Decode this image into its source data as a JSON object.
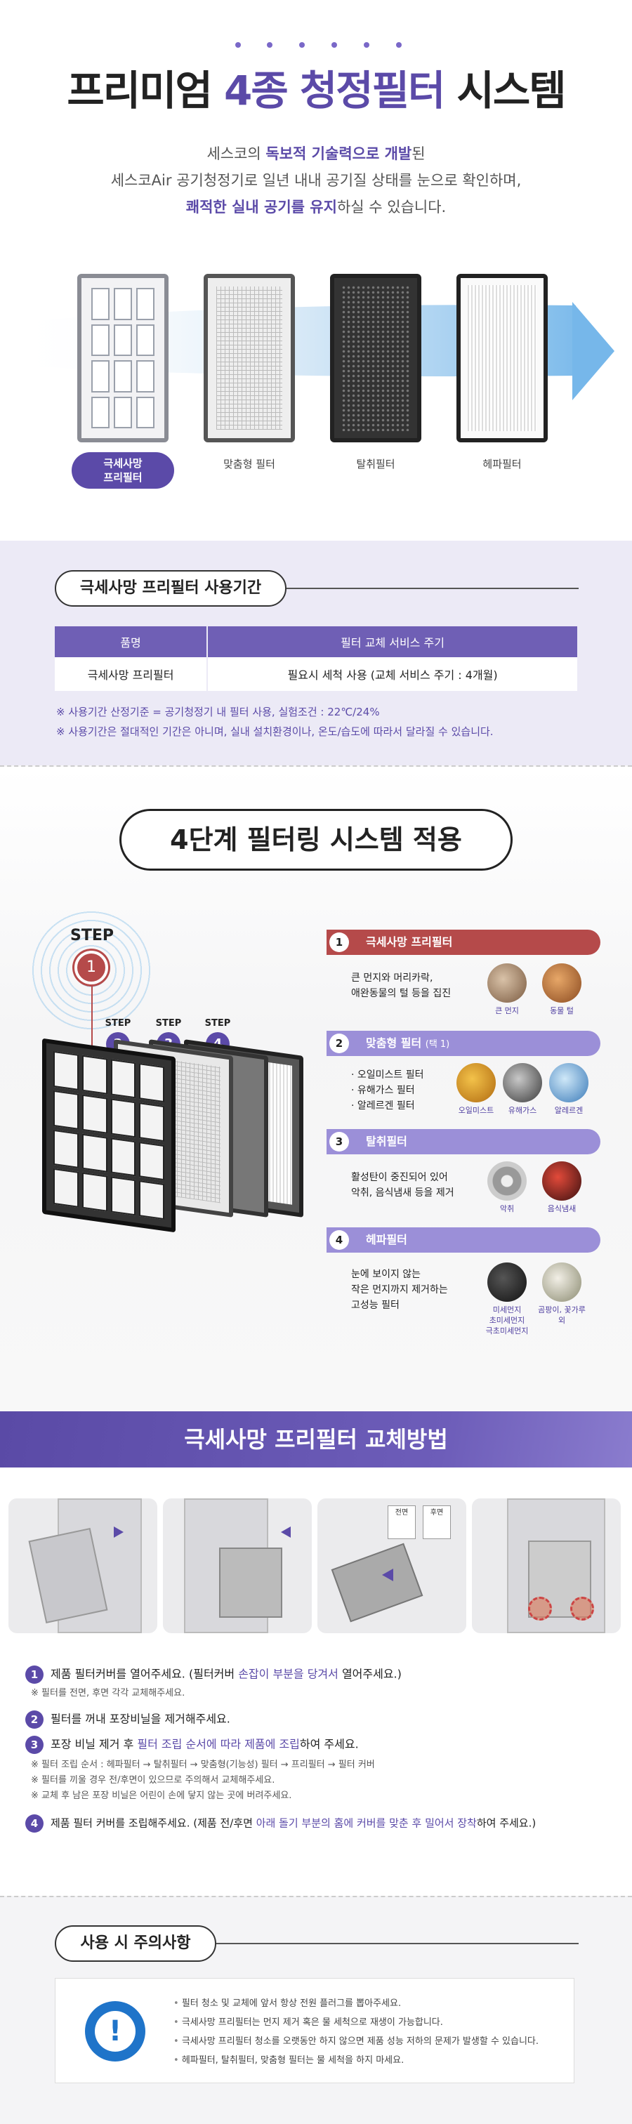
{
  "hero": {
    "title_a": "프리미엄 ",
    "title_hl": "4종 청정필터",
    "title_b": " 시스템",
    "desc_l1_a": "세스코의 ",
    "desc_l1_hl": "독보적 기술력으로 개발",
    "desc_l1_b": "된",
    "desc_l2": "세스코Air 공기청정기로 일년 내내 공기질 상태를 눈으로 확인하며,",
    "desc_l3_hl": "쾌적한 실내 공기를 유지",
    "desc_l3_b": "하실 수 있습니다.",
    "filters": [
      {
        "label": "극세사망\n프리필터",
        "active": true
      },
      {
        "label": "맞춤형 필터",
        "active": false
      },
      {
        "label": "탈취필터",
        "active": false
      },
      {
        "label": "헤파필터",
        "active": false
      }
    ]
  },
  "usage": {
    "title": "극세사망 프리필터 사용기간",
    "col1": "품명",
    "col2": "필터 교체 서비스 주기",
    "row_name": "극세사망 프리필터",
    "row_cycle": "필요시 세척 사용 (교체 서비스 주기 : 4개월)",
    "note1": "※ 사용기간 산정기준 = 공기청정기 내 필터 사용, 실험조건 : 22℃/24%",
    "note2": "※ 사용기간은 절대적인 기간은 아니며, 실내 설치환경이나, 온도/습도에 따라서 달라질 수 있습니다."
  },
  "steps": {
    "title": "4단계 필터링 시스템 적용",
    "step_word": "STEP",
    "numbers": [
      "1",
      "2",
      "3",
      "4"
    ],
    "items": [
      {
        "num": "1",
        "name": "극세사망 프리필터",
        "tag": "",
        "desc": [
          "큰 먼지와 머리카락,",
          "애완동물의 털 등을 집진"
        ],
        "icons": [
          "큰 먼지",
          "동물 털"
        ]
      },
      {
        "num": "2",
        "name": "맞춤형 필터",
        "tag": "(택 1)",
        "desc": [
          "· 오일미스트 필터",
          "· 유해가스 필터",
          "· 알레르겐 필터"
        ],
        "icons": [
          "오일미스트",
          "유해가스",
          "알레르겐"
        ]
      },
      {
        "num": "3",
        "name": "탈취필터",
        "tag": "",
        "desc": [
          "활성탄이 중진되어 있어",
          "악취, 음식냄새 등을 제거"
        ],
        "icons": [
          "악취",
          "음식냄새"
        ]
      },
      {
        "num": "4",
        "name": "헤파필터",
        "tag": "",
        "desc": [
          "눈에 보이지 않는",
          "작은 먼지까지 제거하는",
          "고성능 필터"
        ],
        "icons": [
          "미세먼지\n초미세먼지\n극초미세먼지",
          "곰팡이, 꽃가루 외"
        ]
      }
    ]
  },
  "replace": {
    "title": "극세사망 프리필터 교체방법",
    "illus_labels": [
      "전면",
      "후면"
    ],
    "step1_a": "제품 필터커버를 열어주세요. (필터커버 ",
    "step1_hl": "손잡이 부분을 당겨서",
    "step1_b": " 열어주세요.)",
    "step1_note": "※ 필터를 전면, 후면 각각 교체해주세요.",
    "step2": "필터를 꺼내 포장비닐을 제거해주세요.",
    "step3_a": "포장 비닐 제거 후 ",
    "step3_hl": "필터 조립 순서에 따라 제품에 조립",
    "step3_b": "하여 주세요.",
    "step3_notes": [
      "※ 필터 조립 순서 : 헤파필터 → 탈취필터 → 맞춤형(기능성) 필터 → 프리필터 → 필터 커버",
      "※ 필터를 끼울 경우 전/후면이 있으므로 주의해서 교체해주세요.",
      "※ 교체 후 남은 포장 비닐은 어린이 손에 닿지 않는 곳에 버려주세요."
    ],
    "step4_a": "제품 필터 커버를 조립해주세요. (제품 전/후면 ",
    "step4_hl": "아래 돌기 부분의 홈에 커버를 맞춘 후 밀어서 장착",
    "step4_b": "하여 주세요.)"
  },
  "caution": {
    "title": "사용 시 주의사항",
    "icon_symbol": "!",
    "items": [
      "필터 청소 및 교체에 앞서 항상 전원 플러그를 뽑아주세요.",
      "극세사망 프리필터는 먼지 제거 혹은 물 세척으로 재생이 가능합니다.",
      "극세사망 프리필터 청소를 오랫동안 하지 않으면 제품 성능 저하의 문제가 발생할 수 있습니다.",
      "헤파필터, 탈취필터, 맞춤형 필터는 물 세척을 하지 마세요."
    ]
  },
  "colors": {
    "accent": "#5b4aa8",
    "step1": "#b54a4a",
    "step_other": "#9b8fd8",
    "caution_icon": "#1f74c9"
  }
}
